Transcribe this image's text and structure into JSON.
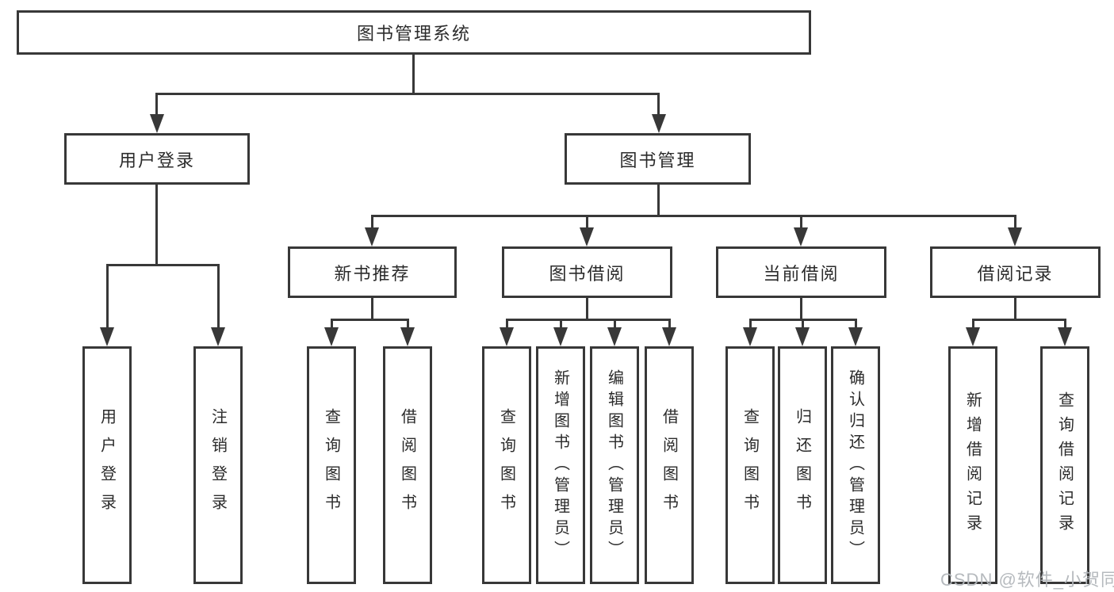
{
  "diagram": {
    "title": "图书管理系统",
    "root": {
      "label": "图书管理系统"
    },
    "branches": [
      {
        "label": "用户登录",
        "children": [
          {
            "label": "用户登录"
          },
          {
            "label": "注销登录"
          }
        ]
      },
      {
        "label": "图书管理",
        "children": [
          {
            "label": "新书推荐",
            "children": [
              {
                "label": "查询图书"
              },
              {
                "label": "借阅图书"
              }
            ]
          },
          {
            "label": "图书借阅",
            "children": [
              {
                "label": "查询图书"
              },
              {
                "label": "新增图书（管理员）"
              },
              {
                "label": "编辑图书（管理员）"
              },
              {
                "label": "借阅图书"
              }
            ]
          },
          {
            "label": "当前借阅",
            "children": [
              {
                "label": "查询图书"
              },
              {
                "label": "归还图书"
              },
              {
                "label": "确认归还（管理员）"
              }
            ]
          },
          {
            "label": "借阅记录",
            "children": [
              {
                "label": "新增借阅记录"
              },
              {
                "label": "查询借阅记录"
              }
            ]
          }
        ]
      }
    ]
  },
  "watermark": {
    "text": "CSDN @软件_小贺同学"
  },
  "colors": {
    "line": "#383838",
    "text": "#2b2b2b",
    "watermark": "#b2b6bb",
    "background": "#ffffff"
  }
}
